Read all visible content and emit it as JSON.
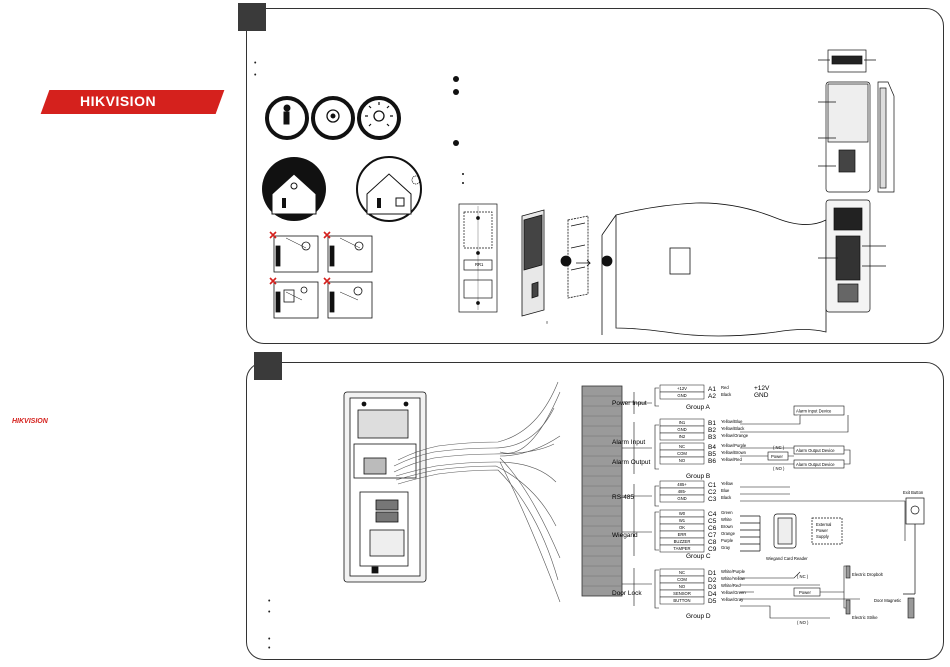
{
  "brand": {
    "name": "HIKVISION",
    "small_name": "HIKVISION",
    "color": "#d5211d"
  },
  "section1": {
    "bullet_glyph": "•",
    "shelter_label": "RR1"
  },
  "section2": {
    "power_input": {
      "title": "Power Input",
      "group": "Group A",
      "terminals": [
        "+12V",
        "GND"
      ],
      "pins": [
        "A1",
        "A2"
      ],
      "colors": [
        "Red",
        "Black"
      ],
      "values": [
        "+12V",
        "GND"
      ]
    },
    "alarm_input": {
      "title": "Alarm Input",
      "terminals": [
        "IN1",
        "GND",
        "IN2"
      ],
      "pins": [
        "B1",
        "B2",
        "B3"
      ],
      "colors": [
        "Yellow/Blue",
        "Yellow/Black",
        "Yellow/Orange"
      ],
      "device": "Alarm Input Device"
    },
    "alarm_output": {
      "title": "Alarm Output",
      "group": "Group B",
      "terminals": [
        "NC",
        "COM",
        "NO"
      ],
      "pins": [
        "B4",
        "B5",
        "B6"
      ],
      "colors": [
        "Yellow/Purple",
        "Yellow/Brown",
        "Yellow/Red"
      ],
      "nc_label": "( NC )",
      "no_label": "( NO )",
      "power": "Power",
      "device_top": "Alarm Output Device",
      "device_bottom": "Alarm Output Device"
    },
    "rs485": {
      "title": "RS-485",
      "terminals": [
        "485+",
        "485-",
        "GND"
      ],
      "pins": [
        "C1",
        "C2",
        "C3"
      ],
      "colors": [
        "Yellow",
        "Blue",
        "Black"
      ]
    },
    "wiegand": {
      "title": "Wiegand",
      "group": "Group C",
      "terminals": [
        "W0",
        "W1",
        "OK",
        "ERR",
        "BUZZER",
        "TAMPER"
      ],
      "pins": [
        "C4",
        "C5",
        "C6",
        "C7",
        "C8",
        "C9"
      ],
      "colors": [
        "Green",
        "White",
        "Brown",
        "Orange",
        "Purple",
        "Gray"
      ],
      "reader": "Wiegand Card Reader",
      "external_power": [
        "External",
        "Power",
        "Supply"
      ]
    },
    "door_lock": {
      "title": "Door Lock",
      "group": "Group D",
      "terminals": [
        "NC",
        "COM",
        "NO",
        "SENSOR",
        "BUTTON"
      ],
      "pins": [
        "D1",
        "D2",
        "D3",
        "D4",
        "D5"
      ],
      "colors": [
        "White/Purple",
        "White/Yellow",
        "White/Red",
        "Yellow/Green",
        "Yellow/Gray"
      ],
      "nc_label": "( NC )",
      "no_label": "( NO )",
      "power": "Power",
      "electric_dropbolt": "Electric Dropbolt",
      "door_magnetic": "Door Magnetic",
      "electric_strike": "Electric Strike",
      "exit_button": "Exit Button"
    }
  }
}
